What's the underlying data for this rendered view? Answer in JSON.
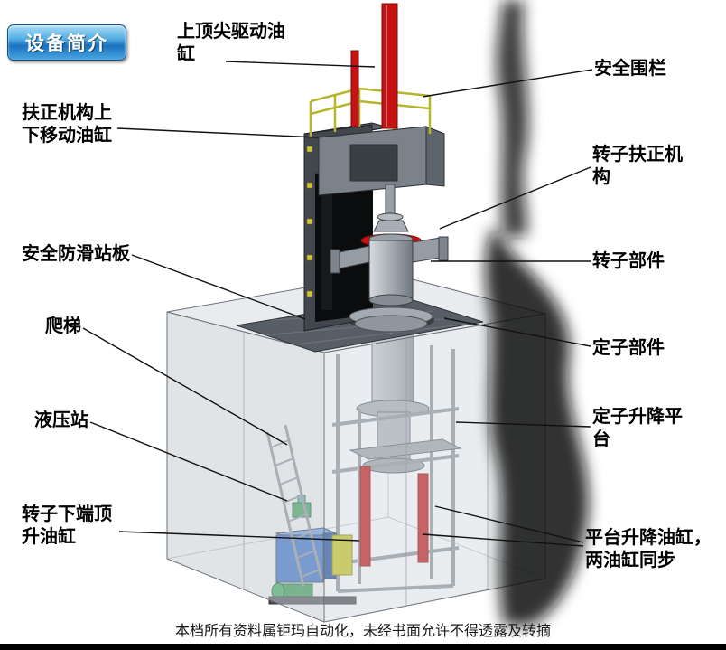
{
  "badge": {
    "label": "设备简介"
  },
  "labels": {
    "top_spindle_cylinder": "上顶尖驱动油缸",
    "safety_fence": "安全围栏",
    "centering_updown_cylinder": "扶正机构上下移动油缸",
    "rotor_centering_mechanism": "转子扶正机构",
    "anti_slip_platform": "安全防滑站板",
    "ladder": "爬梯",
    "rotor_component": "转子部件",
    "stator_component": "定子部件",
    "hydraulic_station": "液压站",
    "stator_lift_platform": "定子升降平台",
    "rotor_bottom_jack_cylinder": "转子下端顶升油缸",
    "platform_lift_cylinders": "平台升降油缸，两油缸同步"
  },
  "caption": "本档所有资料属钜玛自动化，未经书面允许不得透露及转摘",
  "colors": {
    "badge_blue": "#1a72c0",
    "cylinder_red": "#c51212",
    "railing_yellow": "#b9b52b",
    "hydraulic_blue": "#2e6cd0",
    "pump_green": "#2f9e4f",
    "enclosure_gray": "#aeb4bb"
  }
}
